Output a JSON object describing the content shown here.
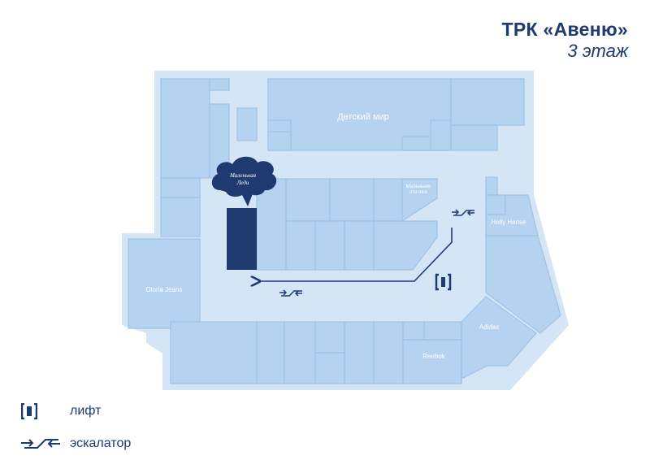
{
  "header": {
    "title": "ТРК «Авеню»",
    "subtitle": "3 этаж"
  },
  "map": {
    "colors": {
      "floor": "#d4e6f6",
      "store": "#b5d3f0",
      "store_border": "#9ec3e6",
      "highlight": "#1e3a70",
      "accent": "#1e3a70"
    },
    "labels": {
      "detsky_mir": "Детский мир",
      "malenkie_stilyagi": "Маленькие стиляги",
      "helly_hense": "Helly Hense",
      "gloria_jeans": "Gloria Jeans",
      "adidas": "Adidas",
      "reebok": "Reebok"
    },
    "logo": {
      "text": "Маленькая Леди",
      "icon": "cloud-logo"
    },
    "highlighted_store": "Маленькая Леди",
    "route": {
      "icon": "route-arrow",
      "from": "escalator",
      "to": "Маленькая Леди"
    }
  },
  "legend": {
    "items": [
      {
        "icon": "elevator-icon",
        "label": "лифт"
      },
      {
        "icon": "escalator-icon",
        "label": "эскалатор"
      }
    ]
  }
}
